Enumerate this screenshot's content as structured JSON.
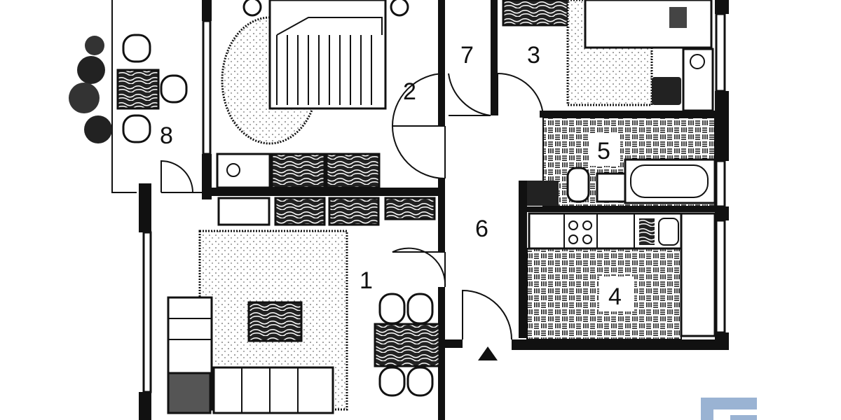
{
  "plan": {
    "rooms": [
      {
        "number": "1"
      },
      {
        "number": "2"
      },
      {
        "number": "3"
      },
      {
        "number": "4"
      },
      {
        "number": "5"
      },
      {
        "number": "6"
      },
      {
        "number": "7"
      },
      {
        "number": "8"
      }
    ],
    "entrance_icon": "triangle-up-icon",
    "logo_colors": [
      "#9ab3d3"
    ]
  }
}
